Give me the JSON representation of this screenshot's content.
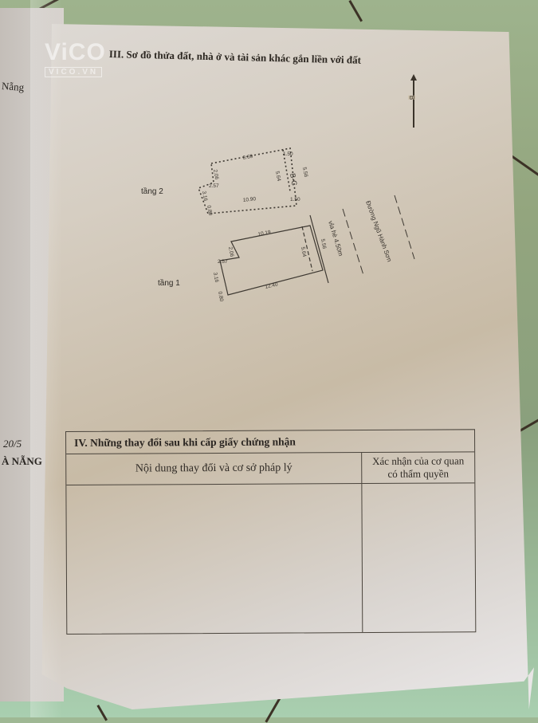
{
  "watermark": {
    "logo": "ViCO",
    "sub": "VICO.VN"
  },
  "left_page_fragments": {
    "top": "Nẵng",
    "date": "20/5",
    "city": "À NẴNG"
  },
  "section3": {
    "title": "III. Sơ đồ thửa đất, nhà ở và tài sản khác gắn liền với đất",
    "north_label": "B",
    "floor2": {
      "label": "tầng 2",
      "dims": [
        "8.69",
        "1.50",
        "5.56",
        "2.06",
        "5.64",
        "B-C",
        "2.57",
        "3.16",
        "1.50",
        "10.90",
        "0.80"
      ]
    },
    "floor1": {
      "label": "tầng 1",
      "dims": [
        "10.19",
        "5.56",
        "2.06",
        "5.64",
        "2.57",
        "3.16",
        "0.80",
        "12.40"
      ]
    },
    "sidewalk_label": "vỉa hè 4.50m",
    "street_label": "Đường Ngũ Hành Sơn"
  },
  "section4": {
    "title": "IV. Những thay đổi sau khi cấp giấy chứng nhận",
    "col1_header": "Nội dung thay đổi và cơ sở pháp lý",
    "col2_header_line1": "Xác nhận của cơ quan",
    "col2_header_line2": "có thẩm quyền",
    "rows": []
  }
}
